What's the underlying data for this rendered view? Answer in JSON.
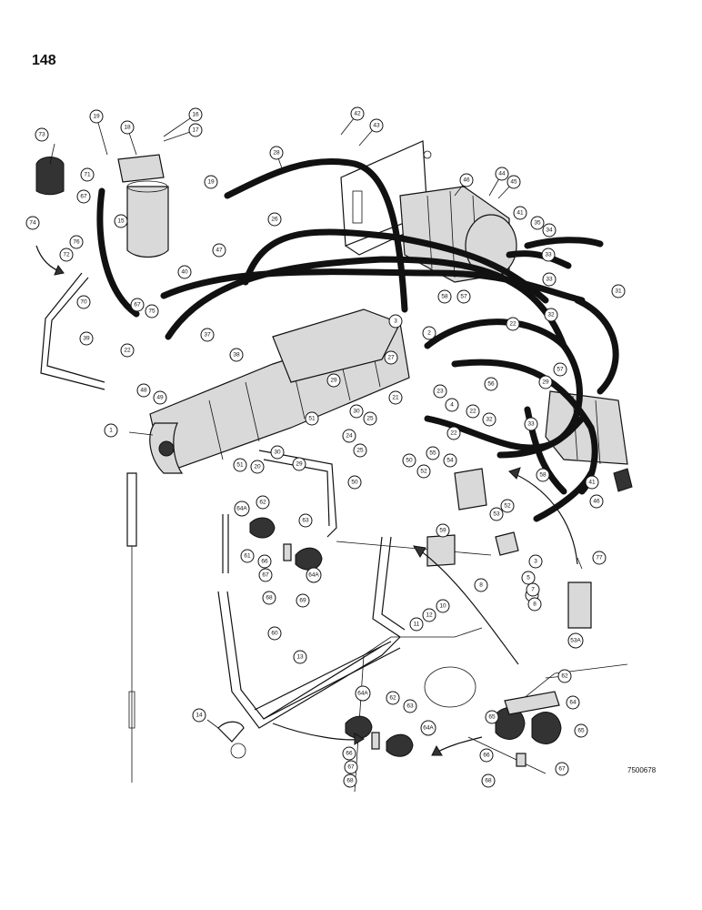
{
  "page": {
    "number": "148",
    "drawing_code": "7500678"
  },
  "callouts": [
    {
      "id": "c73",
      "label": "73"
    },
    {
      "id": "c19a",
      "label": "19"
    },
    {
      "id": "c18",
      "label": "18"
    },
    {
      "id": "c16",
      "label": "16"
    },
    {
      "id": "c17",
      "label": "17"
    },
    {
      "id": "c28",
      "label": "28"
    },
    {
      "id": "c42",
      "label": "42"
    },
    {
      "id": "c43",
      "label": "43"
    },
    {
      "id": "c46",
      "label": "46"
    },
    {
      "id": "c44",
      "label": "44"
    },
    {
      "id": "c45",
      "label": "45"
    },
    {
      "id": "c71",
      "label": "71"
    },
    {
      "id": "c67a",
      "label": "67"
    },
    {
      "id": "c19b",
      "label": "19"
    },
    {
      "id": "c74",
      "label": "74"
    },
    {
      "id": "c76",
      "label": "76"
    },
    {
      "id": "c15",
      "label": "15"
    },
    {
      "id": "c26",
      "label": "26"
    },
    {
      "id": "c41a",
      "label": "41"
    },
    {
      "id": "c35",
      "label": "35"
    },
    {
      "id": "c34",
      "label": "34"
    },
    {
      "id": "c47",
      "label": "47"
    },
    {
      "id": "c72",
      "label": "72"
    },
    {
      "id": "c40",
      "label": "40"
    },
    {
      "id": "c33a",
      "label": "33"
    },
    {
      "id": "c33b",
      "label": "33"
    },
    {
      "id": "c67b",
      "label": "67"
    },
    {
      "id": "c75",
      "label": "75"
    },
    {
      "id": "c70",
      "label": "70"
    },
    {
      "id": "c58a",
      "label": "58"
    },
    {
      "id": "c57a",
      "label": "57"
    },
    {
      "id": "c31",
      "label": "31"
    },
    {
      "id": "c22a",
      "label": "22"
    },
    {
      "id": "c32a",
      "label": "32"
    },
    {
      "id": "c37",
      "label": "37"
    },
    {
      "id": "c3a",
      "label": "3"
    },
    {
      "id": "c39",
      "label": "39"
    },
    {
      "id": "c38",
      "label": "38"
    },
    {
      "id": "c2",
      "label": "2"
    },
    {
      "id": "c22b",
      "label": "22"
    },
    {
      "id": "c27",
      "label": "27"
    },
    {
      "id": "c29a",
      "label": "29"
    },
    {
      "id": "c57b",
      "label": "57"
    },
    {
      "id": "c48",
      "label": "48"
    },
    {
      "id": "c49",
      "label": "49"
    },
    {
      "id": "c29b",
      "label": "29"
    },
    {
      "id": "c56",
      "label": "56"
    },
    {
      "id": "c23",
      "label": "23"
    },
    {
      "id": "c4",
      "label": "4"
    },
    {
      "id": "c21",
      "label": "21"
    },
    {
      "id": "c25a",
      "label": "25"
    },
    {
      "id": "c22c",
      "label": "22"
    },
    {
      "id": "c32b",
      "label": "32"
    },
    {
      "id": "c30a",
      "label": "30"
    },
    {
      "id": "c51a",
      "label": "51"
    },
    {
      "id": "c33c",
      "label": "33"
    },
    {
      "id": "c1",
      "label": "1"
    },
    {
      "id": "c24",
      "label": "24"
    },
    {
      "id": "c25b",
      "label": "25"
    },
    {
      "id": "c22d",
      "label": "22"
    },
    {
      "id": "c55",
      "label": "55"
    },
    {
      "id": "c54",
      "label": "54"
    },
    {
      "id": "c51b",
      "label": "51"
    },
    {
      "id": "c30b",
      "label": "30"
    },
    {
      "id": "c29c",
      "label": "29"
    },
    {
      "id": "c20",
      "label": "20"
    },
    {
      "id": "c52a",
      "label": "52"
    },
    {
      "id": "c50a",
      "label": "50"
    },
    {
      "id": "c58b",
      "label": "58"
    },
    {
      "id": "c41b",
      "label": "41"
    },
    {
      "id": "c46b",
      "label": "46"
    },
    {
      "id": "c50b",
      "label": "50"
    },
    {
      "id": "c52b",
      "label": "52"
    },
    {
      "id": "c53",
      "label": "53"
    },
    {
      "id": "c64a1",
      "label": "64A"
    },
    {
      "id": "c62a",
      "label": "62"
    },
    {
      "id": "c63a",
      "label": "63"
    },
    {
      "id": "c59",
      "label": "59"
    },
    {
      "id": "c3b",
      "label": "3"
    },
    {
      "id": "c5",
      "label": "5"
    },
    {
      "id": "c6",
      "label": "6"
    },
    {
      "id": "c7",
      "label": "7"
    },
    {
      "id": "c8a",
      "label": "8"
    },
    {
      "id": "c8b",
      "label": "8"
    },
    {
      "id": "c77",
      "label": "77"
    },
    {
      "id": "c61",
      "label": "61"
    },
    {
      "id": "c66a",
      "label": "66"
    },
    {
      "id": "c67c",
      "label": "67"
    },
    {
      "id": "c68a",
      "label": "68"
    },
    {
      "id": "c64a2",
      "label": "64A"
    },
    {
      "id": "c69",
      "label": "69"
    },
    {
      "id": "c10",
      "label": "10"
    },
    {
      "id": "c12",
      "label": "12"
    },
    {
      "id": "c11",
      "label": "11"
    },
    {
      "id": "c53a",
      "label": "53A"
    },
    {
      "id": "c60",
      "label": "60"
    },
    {
      "id": "c13",
      "label": "13"
    },
    {
      "id": "c62b",
      "label": "62"
    },
    {
      "id": "c14",
      "label": "14"
    },
    {
      "id": "c64a3",
      "label": "64A"
    },
    {
      "id": "c62c",
      "label": "62"
    },
    {
      "id": "c63b",
      "label": "63"
    },
    {
      "id": "c64",
      "label": "64"
    },
    {
      "id": "c65a",
      "label": "65"
    },
    {
      "id": "c65b",
      "label": "65"
    },
    {
      "id": "c64a4",
      "label": "64A"
    },
    {
      "id": "c66b",
      "label": "66"
    },
    {
      "id": "c67d",
      "label": "67"
    },
    {
      "id": "c68b",
      "label": "68"
    },
    {
      "id": "c66c",
      "label": "66"
    },
    {
      "id": "c67e",
      "label": "67"
    },
    {
      "id": "c68c",
      "label": "68"
    }
  ]
}
